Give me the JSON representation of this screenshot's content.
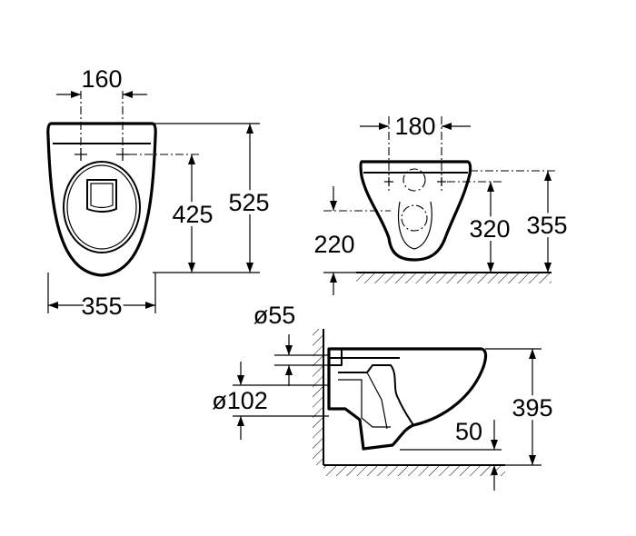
{
  "diagram": {
    "front_view": {
      "dims": {
        "top_width": "160",
        "bottom_width": "355",
        "inner_height": "425",
        "total_height": "525"
      }
    },
    "rear_view": {
      "dims": {
        "top_width": "180",
        "left_height": "220",
        "inner_height": "320",
        "total_height": "355"
      }
    },
    "side_view": {
      "dims": {
        "small_diameter": "ø55",
        "large_diameter": "ø102",
        "bottom_offset": "50",
        "total_height": "395"
      }
    }
  }
}
